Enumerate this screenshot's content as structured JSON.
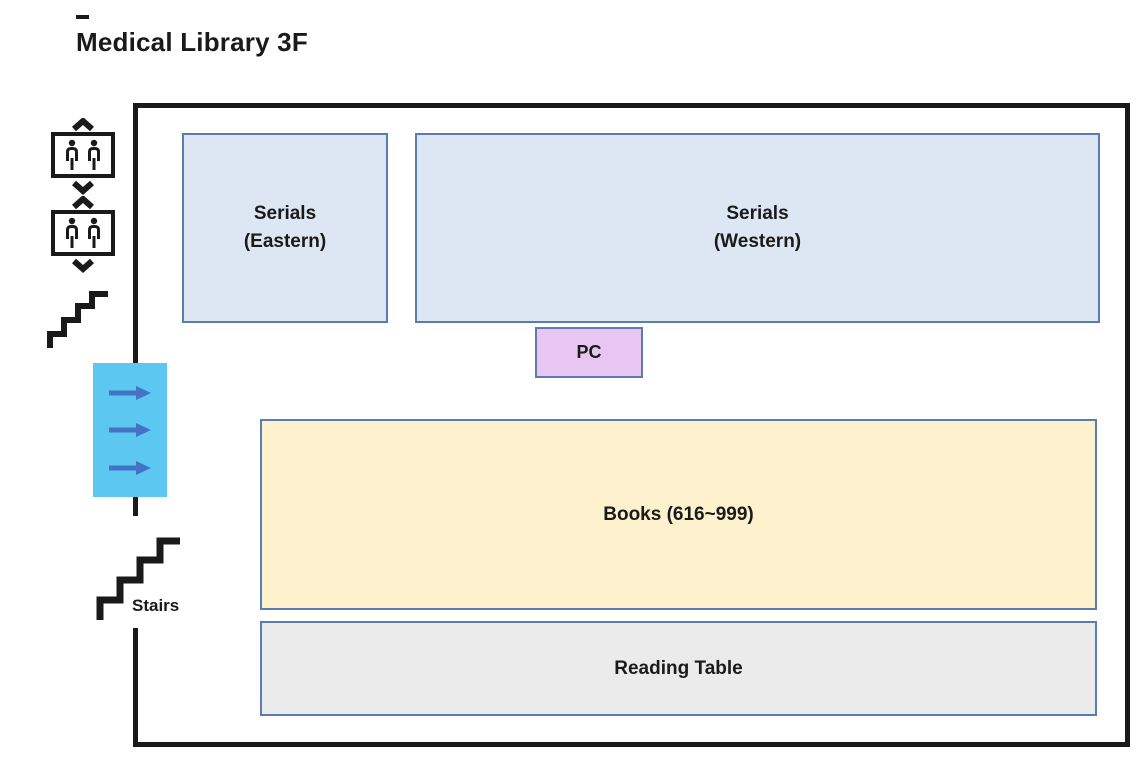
{
  "title": "Medical Library 3F",
  "floor": {
    "rooms": [
      {
        "id": "serials-eastern",
        "label": "Serials\n(Eastern)"
      },
      {
        "id": "serials-western",
        "label": "Serials\n(Western)"
      },
      {
        "id": "pc",
        "label": "PC"
      },
      {
        "id": "books",
        "label": "Books (616~999)"
      },
      {
        "id": "reading-table",
        "label": "Reading Table"
      }
    ],
    "stairs_label": "Stairs"
  },
  "icons": {
    "elevator_upper": "elevator-icon",
    "elevator_lower": "elevator-icon",
    "stairs_upper": "stairs-icon",
    "stairs_lower": "stairs-icon",
    "entrance_arrows": "arrow-right-icon"
  },
  "colors": {
    "wall": "#1a1a1a",
    "room_border": "#5b7cb0",
    "serials_fill": "#dde7f3",
    "pc_fill": "#e7c7f2",
    "books_fill": "#fdf2cd",
    "reading_fill": "#ebebeb",
    "entrance_fill": "#5cc8f2",
    "arrow_blue": "#4472c4",
    "text": "#1a1a1a"
  }
}
